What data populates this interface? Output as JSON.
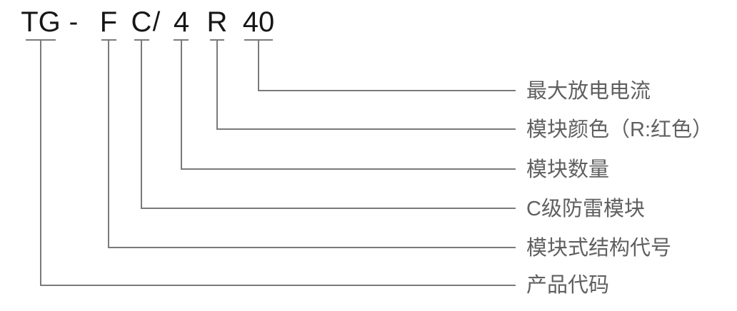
{
  "diagram": {
    "title": "product-model-code-explanation",
    "code_string": "TG - F C / 4 R 40",
    "separators": {
      "dash": "-",
      "slash": "/"
    },
    "segments": [
      {
        "code": "TG",
        "label": "产品代码"
      },
      {
        "code": "F",
        "label": "模块式结构代号"
      },
      {
        "code": "C",
        "label": "C级防雷模块"
      },
      {
        "code": "4",
        "label": "模块数量"
      },
      {
        "code": "R",
        "label": "模块颜色（R:红色）"
      },
      {
        "code": "40",
        "label": "最大放电电流"
      }
    ],
    "colors": {
      "code_text": "#161616",
      "connector_line": "#7a7a7a",
      "label_text": "#606060",
      "background": "#ffffff"
    }
  }
}
